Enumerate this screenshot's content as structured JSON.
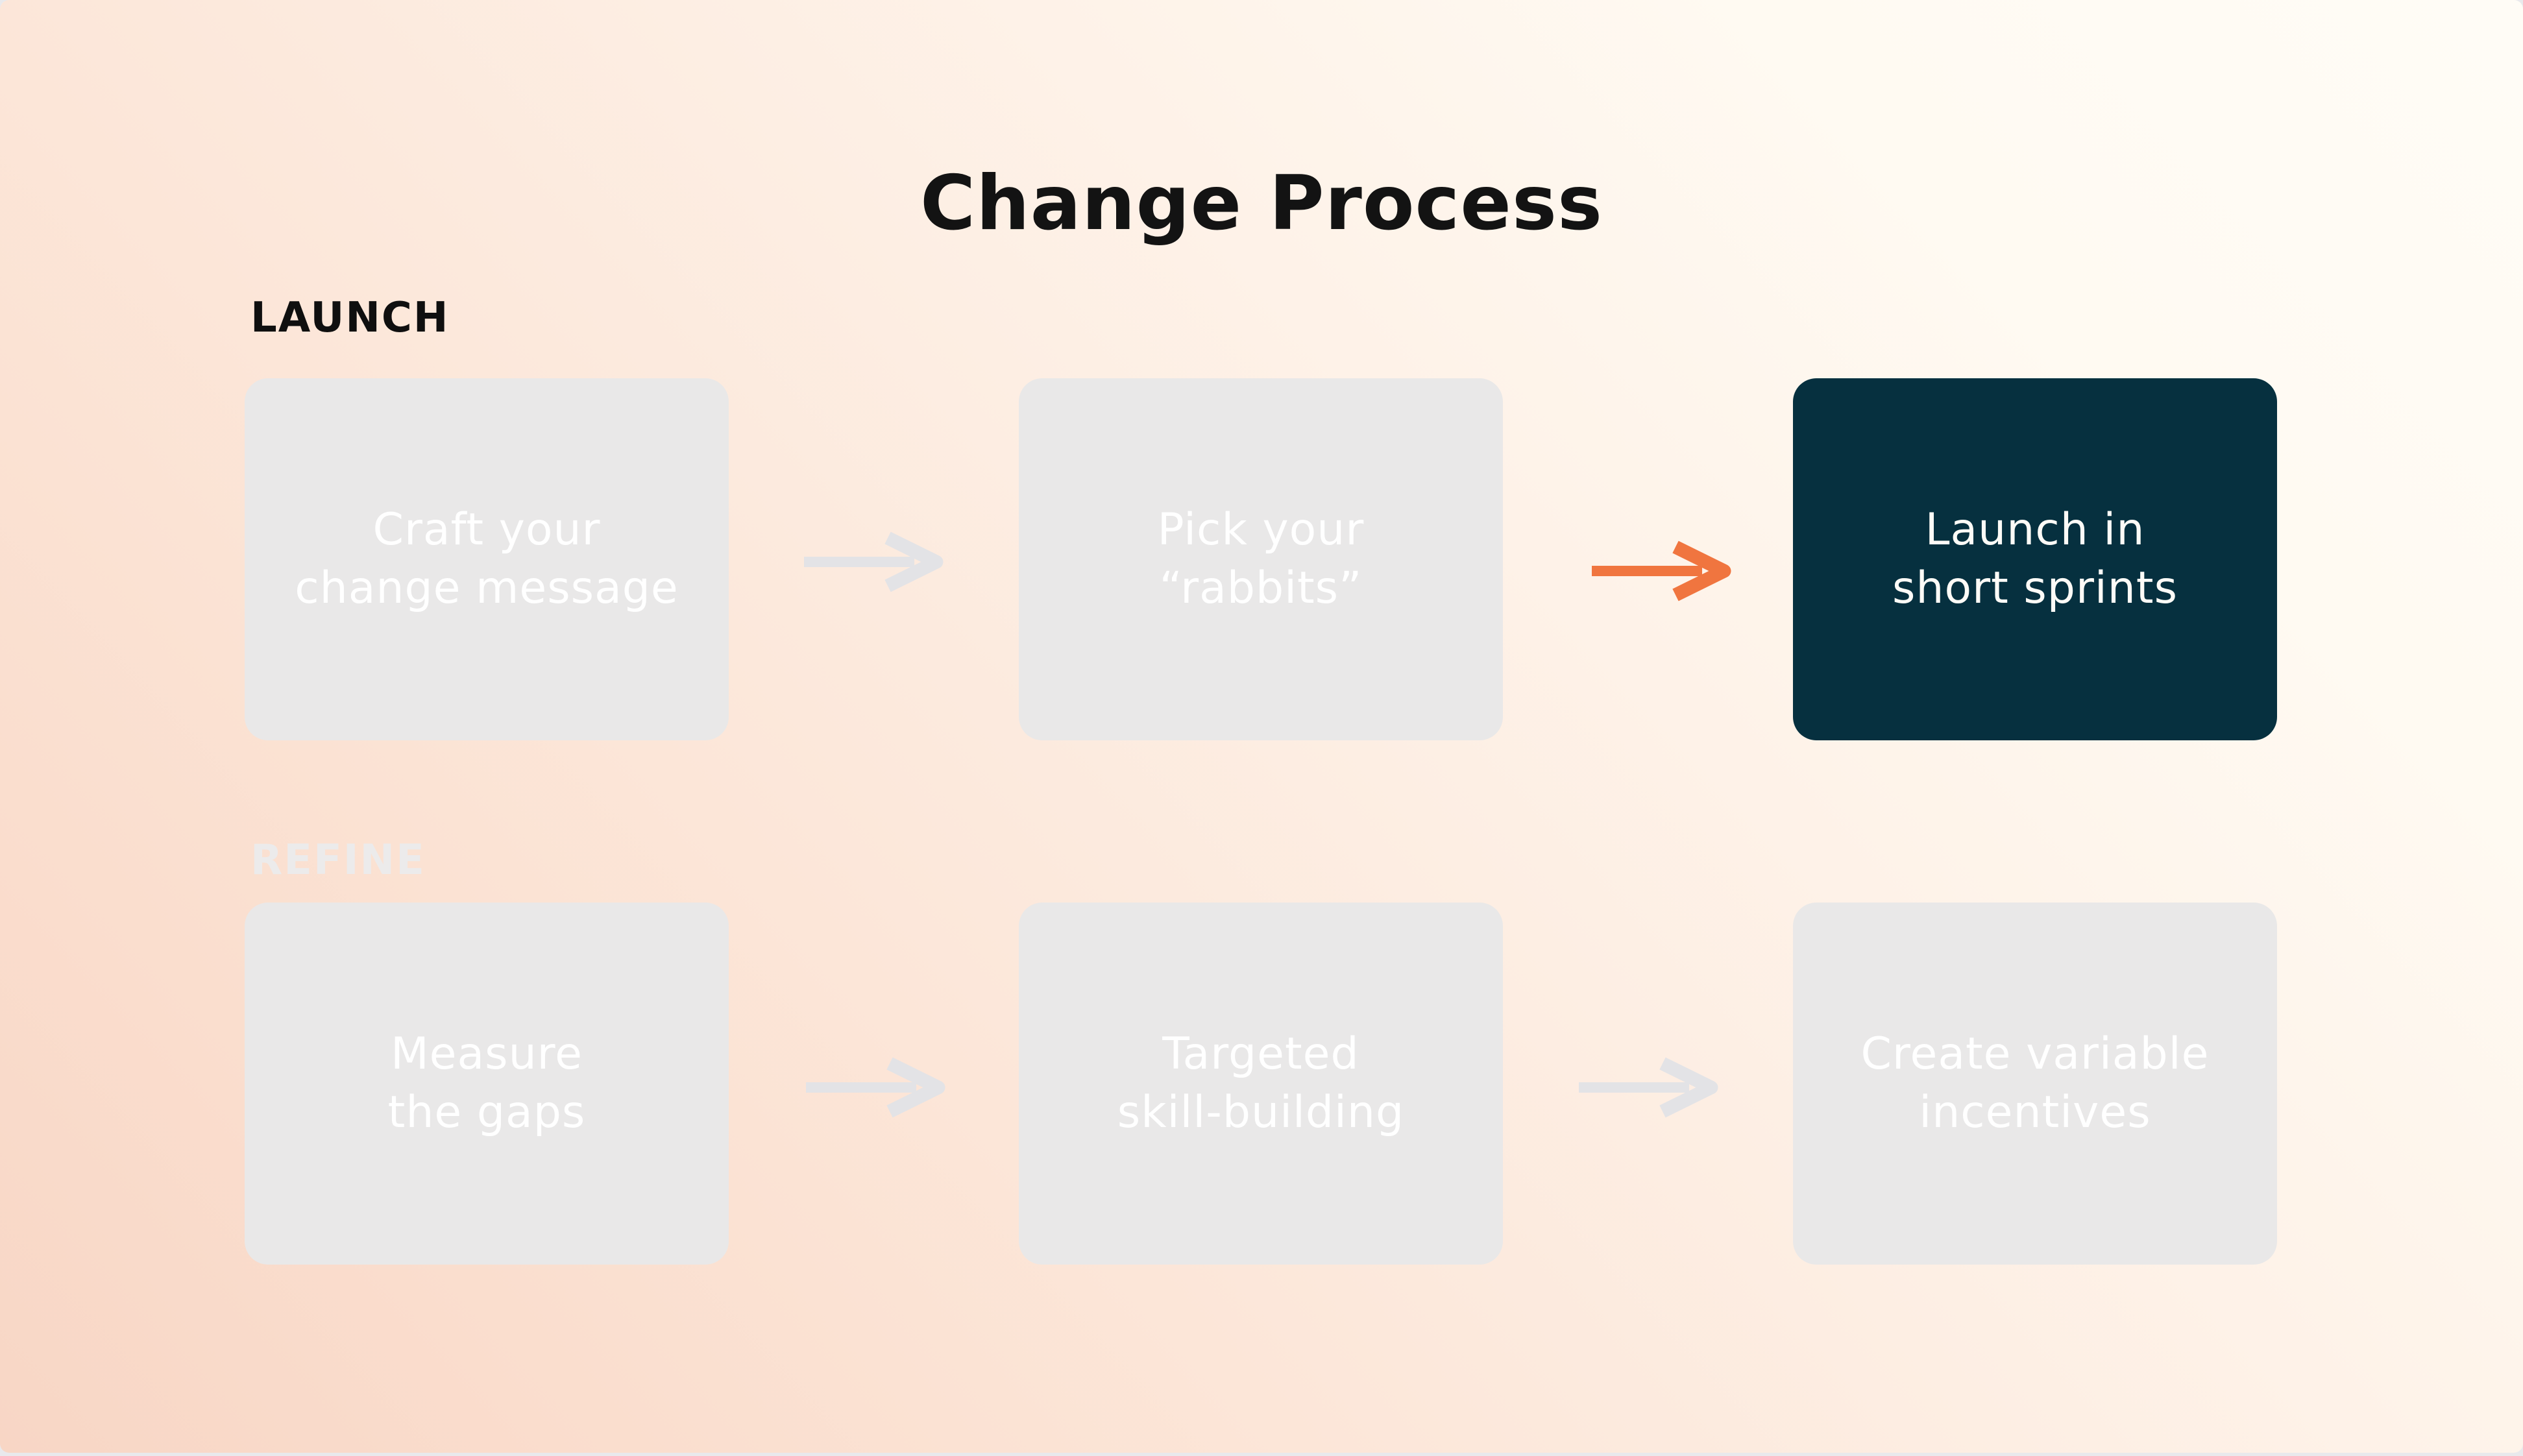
{
  "title": "Change Process",
  "sections": [
    {
      "label": "LAUNCH",
      "state": "active"
    },
    {
      "label": "REFINE",
      "state": "inactive"
    }
  ],
  "boxes": [
    {
      "id": "craft-change-message",
      "row": "launch",
      "text": "Craft your\nchange message",
      "highlighted": false
    },
    {
      "id": "pick-rabbits",
      "row": "launch",
      "text": "Pick your\n“rabbits”",
      "highlighted": false
    },
    {
      "id": "launch-short-sprints",
      "row": "launch",
      "text": "Launch in\nshort sprints",
      "highlighted": true
    },
    {
      "id": "measure-the-gaps",
      "row": "refine",
      "text": "Measure\nthe gaps",
      "highlighted": false
    },
    {
      "id": "targeted-skill-building",
      "row": "refine",
      "text": "Targeted\nskill-building",
      "highlighted": false
    },
    {
      "id": "create-variable-incentives",
      "row": "refine",
      "text": "Create variable\nincentives",
      "highlighted": false
    }
  ],
  "arrows": [
    {
      "id": "launch-arrow-1",
      "row": "launch",
      "color": "gray"
    },
    {
      "id": "launch-arrow-2",
      "row": "launch",
      "color": "orange"
    },
    {
      "id": "refine-arrow-1",
      "row": "refine",
      "color": "gray"
    },
    {
      "id": "refine-arrow-2",
      "row": "refine",
      "color": "gray"
    }
  ],
  "colors": {
    "background_gradient_start": "#f8d6c5",
    "background_gradient_end": "#fffcf6",
    "box_gray": "#e9e8e8",
    "box_dark": "#06303f",
    "box_text": "#ffffff",
    "arrow_gray": "#e3e3e6",
    "arrow_orange": "#f0753f",
    "title_text": "#131313",
    "launch_label_text": "#0f0f0f",
    "refine_label_text": "#ecebeb"
  }
}
